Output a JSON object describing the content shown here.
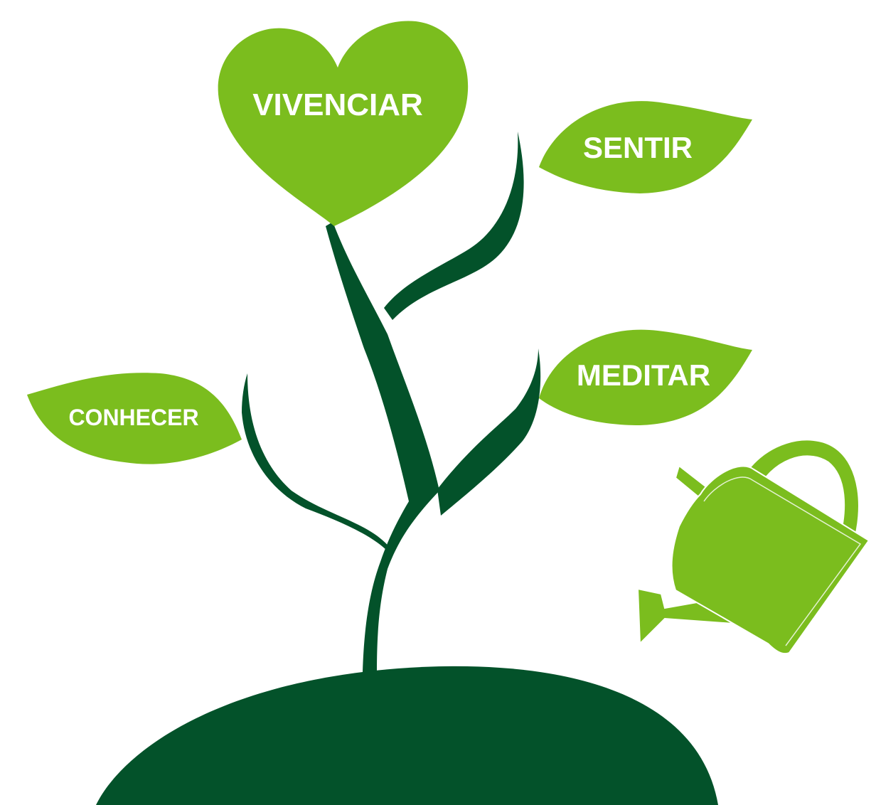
{
  "colors": {
    "leaf_green": "#7bbd1e",
    "stem_dark_green": "#03522a",
    "background": "#ffffff"
  },
  "labels": {
    "heart": "VIVENCIAR",
    "leaf_sentir": "SENTIR",
    "leaf_meditar": "MEDITAR",
    "leaf_conhecer": "CONHECER"
  },
  "icons": {
    "plant": "plant-with-heart-icon",
    "watering_can": "watering-can-icon",
    "soil": "soil-mound"
  }
}
